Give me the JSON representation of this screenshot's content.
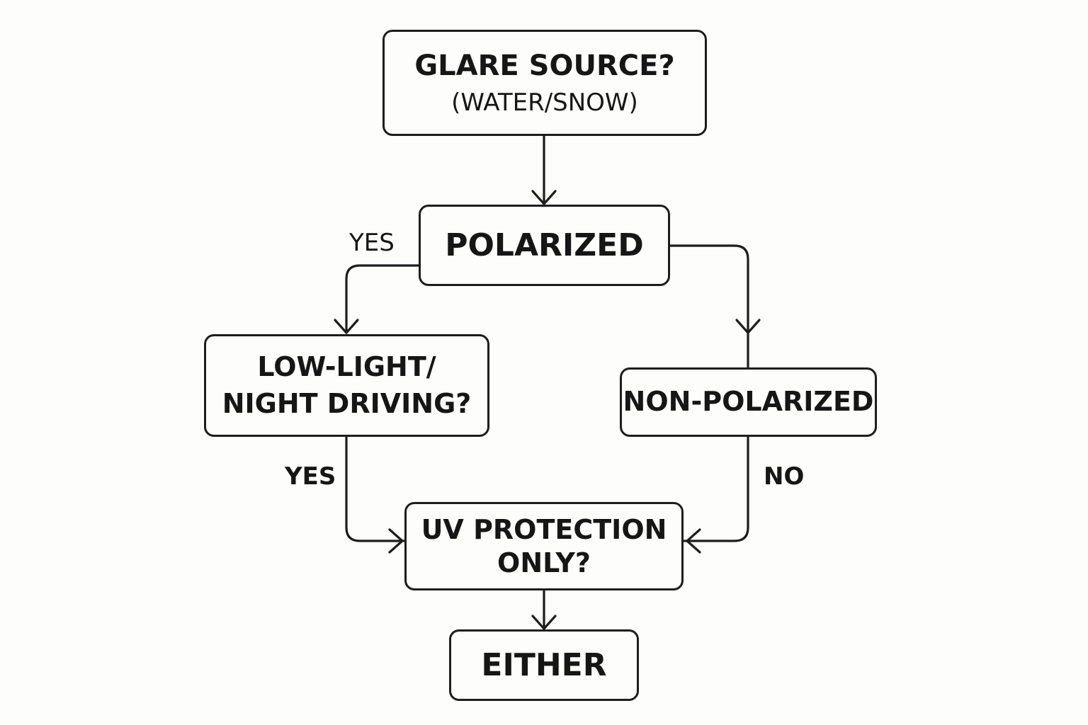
{
  "diagram": {
    "nodes": {
      "glare_source": {
        "line1": "GLARE SOURCE?",
        "line2": "(WATER/SNOW)"
      },
      "polarized": {
        "label": "POLARIZED"
      },
      "low_light": {
        "line1": "LOW-LIGHT/",
        "line2": "NIGHT DRIVING?"
      },
      "non_polarized": {
        "label": "NON-POLARIZED"
      },
      "uv_protection": {
        "line1": "UV PROTECTION",
        "line2": "ONLY?"
      },
      "either": {
        "label": "EITHER"
      }
    },
    "edge_labels": {
      "polarized_to_low_light": "YES",
      "low_light_to_uv": "YES",
      "non_polarized_to_uv": "NO"
    }
  }
}
